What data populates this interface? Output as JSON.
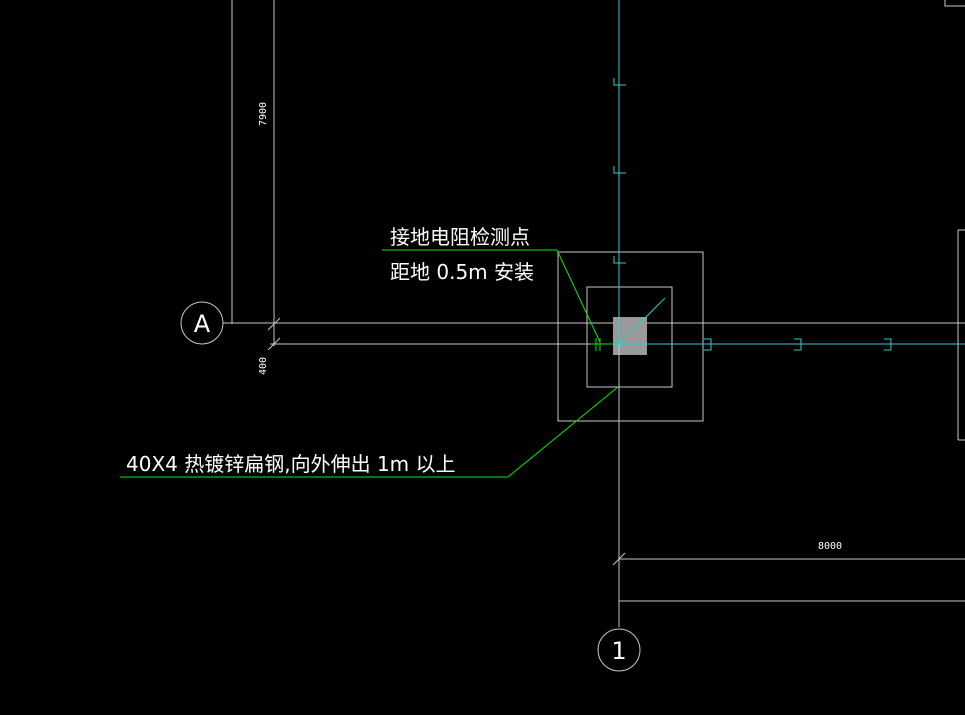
{
  "axes": {
    "a_label": "A",
    "one_label": "1"
  },
  "dimensions": {
    "vertical_upper": "7900",
    "vertical_lower": "400",
    "horizontal": "8000"
  },
  "notes": {
    "test_point_line1": "接地电阻检测点",
    "test_point_line2": "距地 0.5m   安装",
    "flat_steel": "40X4   热镀锌扁钢,向外伸出        1m  以上"
  },
  "colors": {
    "background": "#000000",
    "grid": "#c8c8c8",
    "cyan": "#33cccc",
    "leader": "#00ee00",
    "fill_block": "#9a9a9a"
  }
}
